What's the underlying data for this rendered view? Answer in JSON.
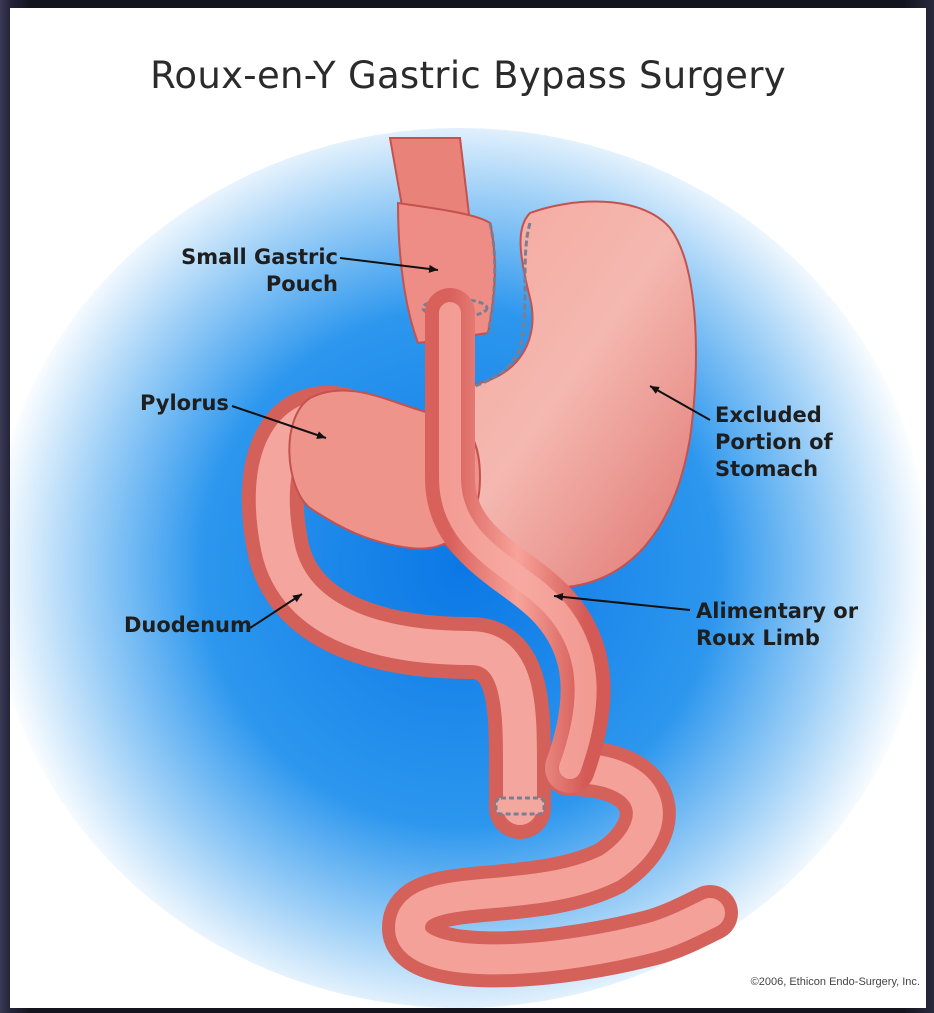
{
  "title": "Roux-en-Y Gastric Bypass Surgery",
  "labels": {
    "small_gastric_pouch": "Small Gastric\nPouch",
    "pylorus": "Pylorus",
    "excluded_stomach": "Excluded\nPortion of\nStomach",
    "duodenum": "Duodenum",
    "roux_limb": "Alimentary or\nRoux Limb"
  },
  "copyright": "©2006, Ethicon Endo-Surgery, Inc.",
  "colors": {
    "background_glow": "#1e8fea",
    "tissue": "#f08a82",
    "tissue_dark": "#c9524e",
    "tissue_light": "#f9c2b8",
    "staple": "#8a8aa0"
  }
}
